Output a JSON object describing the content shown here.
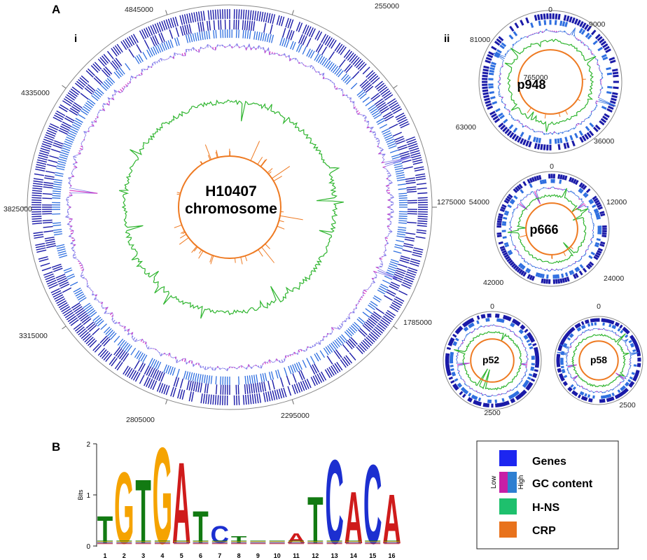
{
  "panel_labels": {
    "a": "A",
    "b": "B",
    "i": "i",
    "ii": "ii"
  },
  "colors": {
    "genes_dark": "#1a1aa8",
    "genes_light": "#2f6fe0",
    "gc_low": "#d42bc0",
    "gc_high": "#7b73e8",
    "hns": "#2fb52f",
    "crp": "#ee7a22",
    "legend_genes": "#1d26f0",
    "legend_gc_low": "#c71fa6",
    "legend_gc_high": "#2e7fd1",
    "legend_hns": "#1ec06d",
    "legend_crp": "#e8721c"
  },
  "chromosome": {
    "title_line1": "H10407",
    "title_line2": "chromosome",
    "ticks": [
      "255000",
      "765000",
      "1275000",
      "1785000",
      "2295000",
      "2805000",
      "3315000",
      "3825000",
      "4335000",
      "4845000"
    ]
  },
  "plasmids": [
    {
      "name": "p948",
      "ticks": [
        "0",
        "9000",
        "36000",
        "63000",
        "81000"
      ]
    },
    {
      "name": "p666",
      "ticks": [
        "0",
        "12000",
        "24000",
        "42000",
        "54000"
      ]
    },
    {
      "name": "p52",
      "ticks": [
        "0",
        "2500"
      ]
    },
    {
      "name": "p58",
      "ticks": [
        "0",
        "2500"
      ]
    }
  ],
  "logo": {
    "ylabel": "Bits",
    "yticks": [
      "0",
      "1",
      "2"
    ],
    "positions": [
      "1",
      "2",
      "3",
      "4",
      "5",
      "6",
      "7",
      "8",
      "9",
      "10",
      "11",
      "12",
      "13",
      "14",
      "15",
      "16"
    ],
    "consensus": [
      "T",
      "G",
      "T",
      "G",
      "A",
      "T",
      "C",
      "T",
      "",
      "",
      "A",
      "T",
      "C",
      "A",
      "C",
      "A"
    ],
    "heights": [
      0.55,
      1.45,
      1.3,
      1.95,
      1.65,
      0.65,
      0.35,
      0.15,
      0.08,
      0.05,
      0.2,
      0.95,
      1.7,
      1.05,
      1.6,
      1.0
    ]
  },
  "legend": {
    "genes": "Genes",
    "gc": "GC content",
    "low": "Low",
    "high": "High",
    "hns": "H-NS",
    "crp": "CRP"
  }
}
